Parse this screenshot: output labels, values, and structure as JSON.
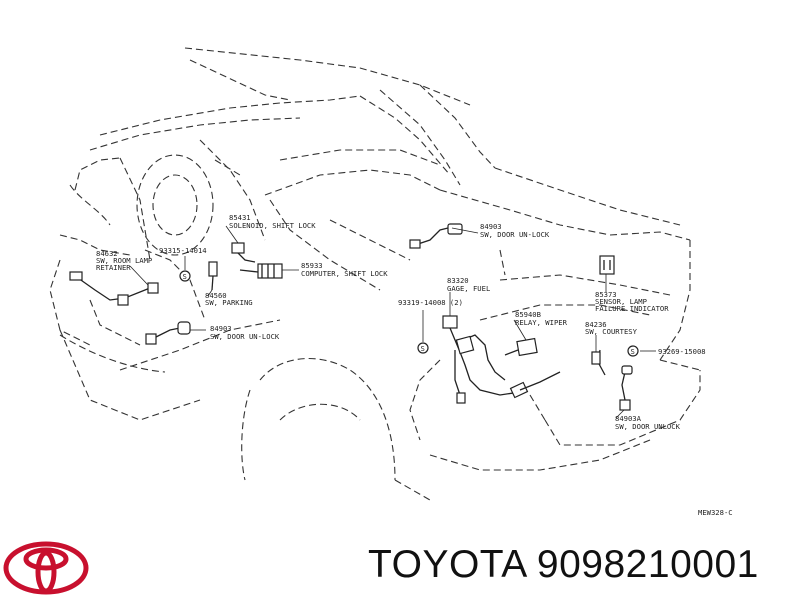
{
  "brand": {
    "text": "TOYOTA 9098210001",
    "logo_icon": "toyota-logo-icon",
    "logo_color": "#c8102e"
  },
  "diagram_code": "MEW328-C",
  "callouts": [
    {
      "id": "c-85431",
      "lines": [
        "85431",
        "SOLENOID, SHIFT LOCK"
      ]
    },
    {
      "id": "c-84903-top",
      "lines": [
        "84903",
        "SW, DOOR UN-LOCK"
      ]
    },
    {
      "id": "c-84632",
      "lines": [
        "84632",
        "SW, ROOM LAMP",
        "RETAINER"
      ]
    },
    {
      "id": "c-93315",
      "lines": [
        "93315-14014"
      ]
    },
    {
      "id": "c-85933",
      "lines": [
        "85933",
        "COMPUTER, SHIFT LOCK"
      ]
    },
    {
      "id": "c-84560",
      "lines": [
        "84560",
        "SW, PARKING"
      ]
    },
    {
      "id": "c-84903-left",
      "lines": [
        "84903",
        "SW, DOOR UN-LOCK"
      ]
    },
    {
      "id": "c-83320",
      "lines": [
        "83320",
        "GAGE, FUEL"
      ]
    },
    {
      "id": "c-93319",
      "lines": [
        "93319-14008 (2)"
      ]
    },
    {
      "id": "c-85940",
      "lines": [
        "85940B",
        "RELAY, WIPER"
      ]
    },
    {
      "id": "c-85373",
      "lines": [
        "85373",
        "SENSOR, LAMP",
        "FAILURE INDICATOR"
      ]
    },
    {
      "id": "c-84236",
      "lines": [
        "84236",
        "SW, COURTESY"
      ]
    },
    {
      "id": "c-93269",
      "lines": [
        "93269-15008"
      ]
    },
    {
      "id": "c-84903A",
      "lines": [
        "84903A",
        "SW, DOOR UNLOCK"
      ]
    }
  ],
  "screw_marker": "S"
}
